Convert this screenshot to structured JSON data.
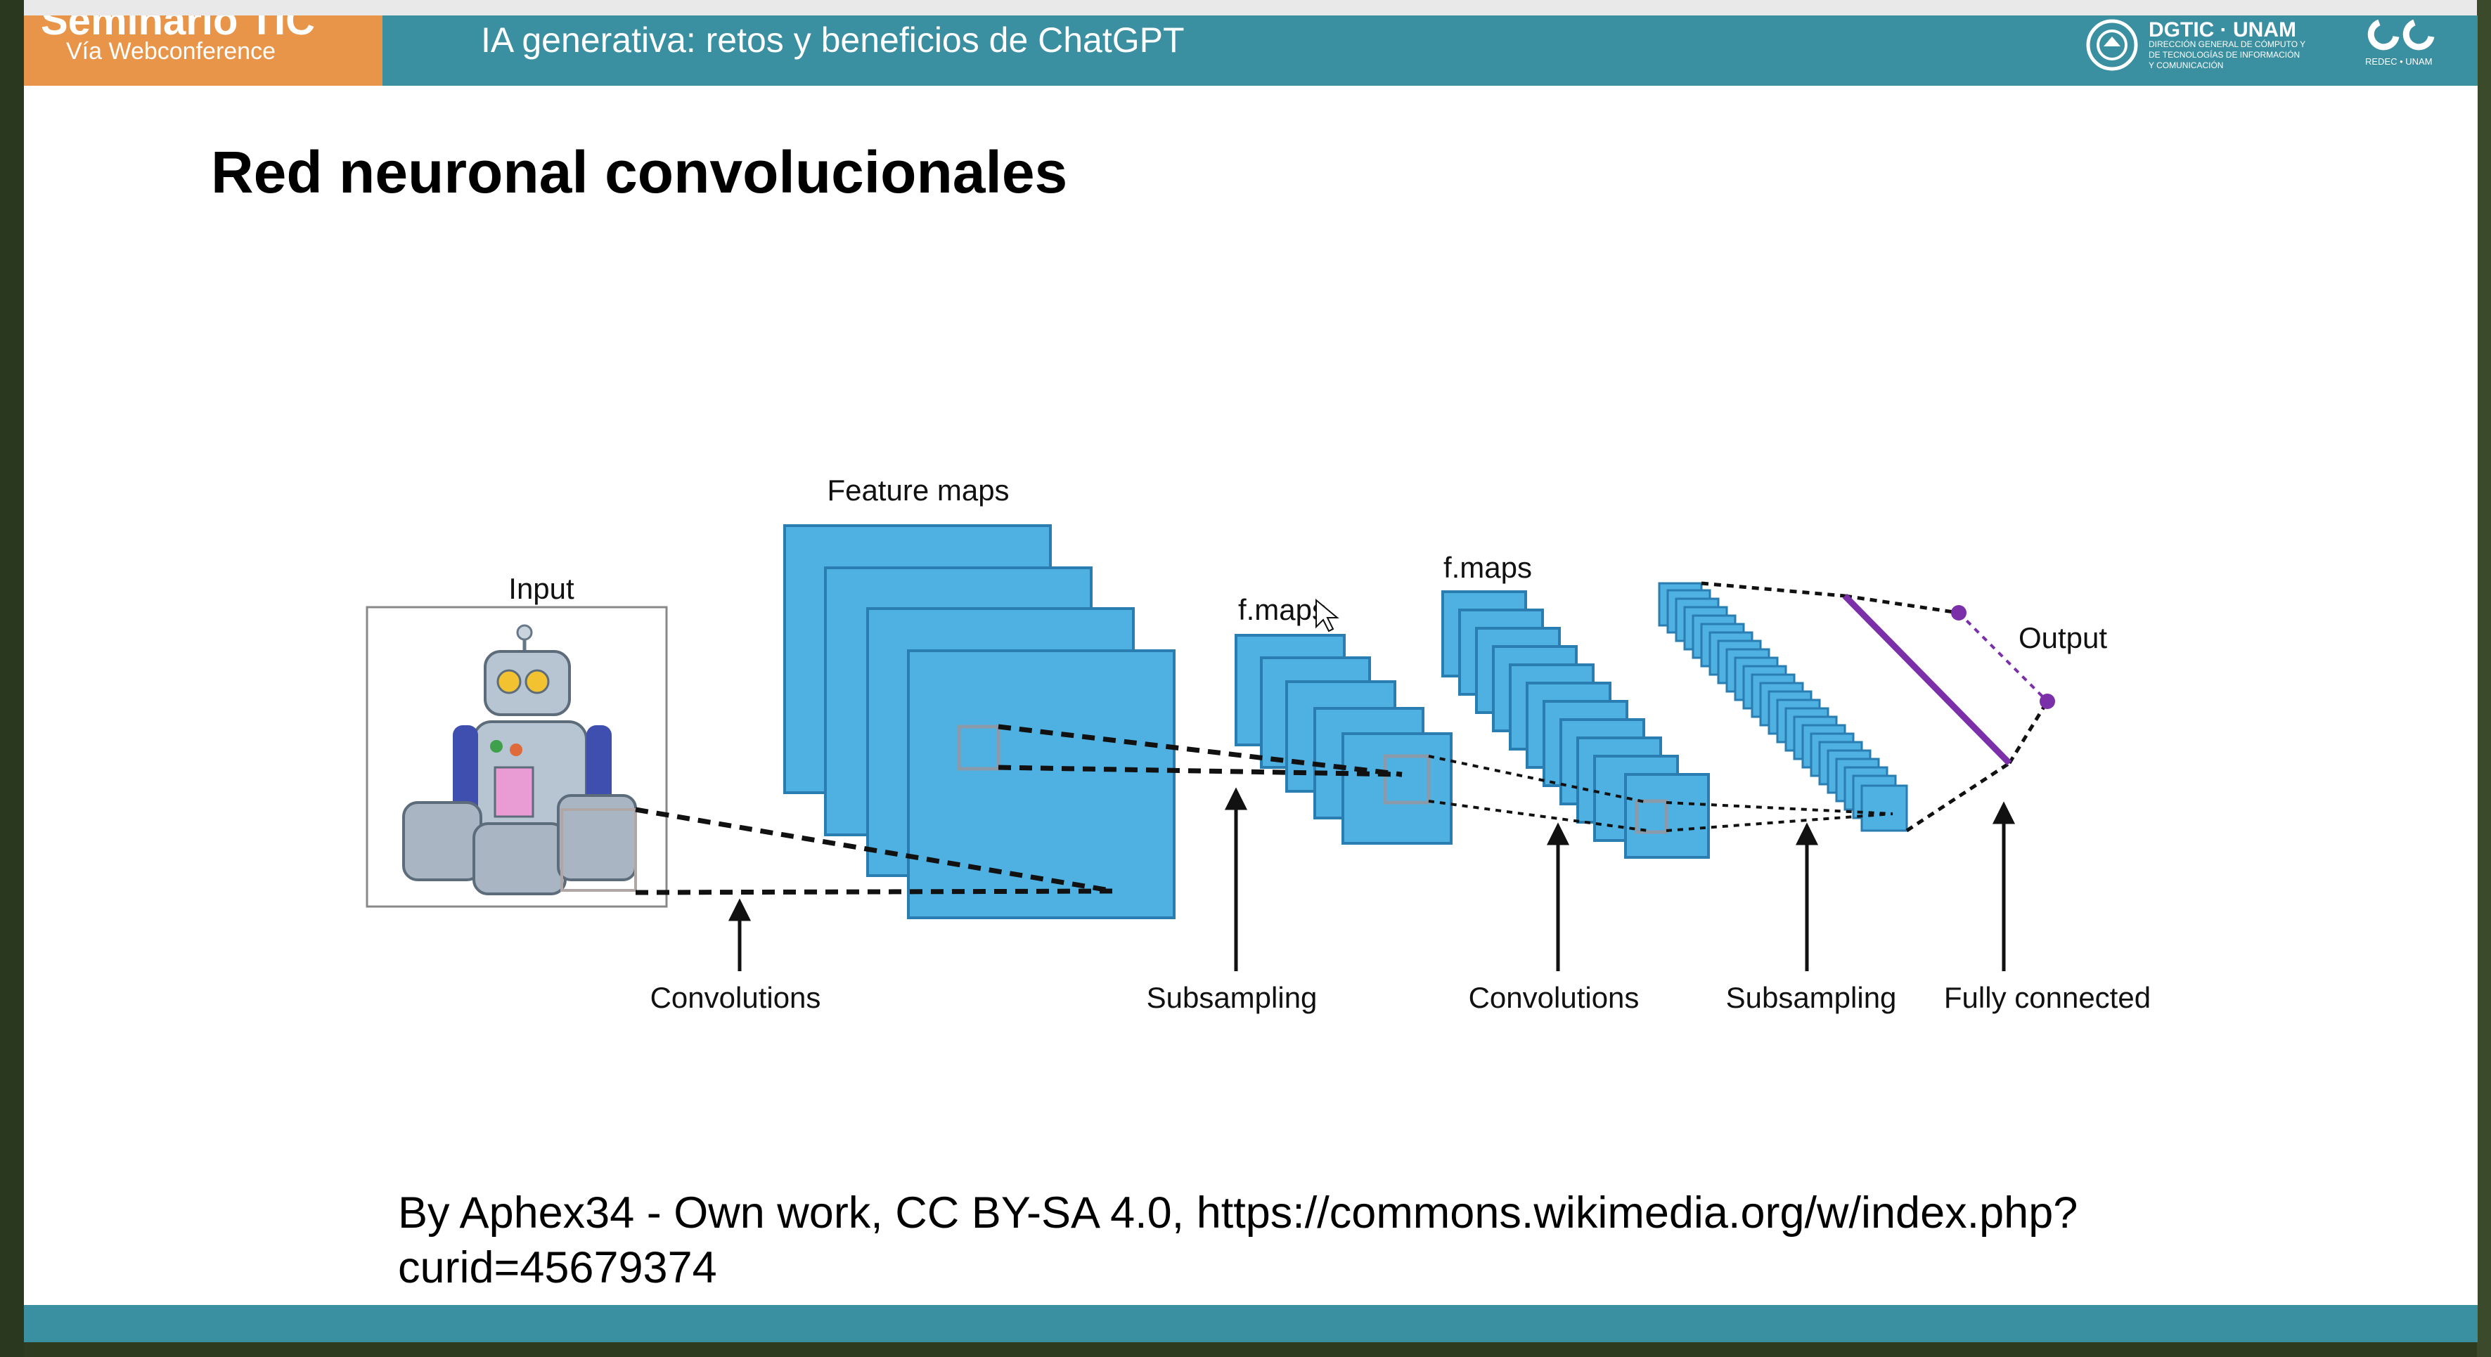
{
  "header": {
    "seminar_title": "Seminario TIC",
    "seminar_subtitle": "Vía Webconference",
    "talk_title": "IA generativa: retos y beneficios de ChatGPT",
    "logo_text": {
      "name": "DGTIC · UNAM",
      "line1": "DIRECCIÓN GENERAL DE CÓMPUTO Y",
      "line2": "DE TECNOLOGÍAS DE INFORMACIÓN",
      "line3": "Y COMUNICACIÓN"
    },
    "cc_caption": "REDEC • UNAM"
  },
  "slide": {
    "title": "Red neuronal convolucionales"
  },
  "diagram": {
    "labels": {
      "input": "Input",
      "feature_maps": "Feature maps",
      "fmaps_1": "f.maps",
      "fmaps_2": "f.maps",
      "output": "Output"
    },
    "stages": [
      "Convolutions",
      "Subsampling",
      "Convolutions",
      "Subsampling",
      "Fully connected"
    ]
  },
  "caption": {
    "line1": "By Aphex34 - Own work, CC BY-SA 4.0, https://commons.wikimedia.org/w/index.php?",
    "line2": "curid=45679374"
  },
  "colors": {
    "header_bar": "#3a8fa1",
    "orange": "#e8954a",
    "map_fill": "#4fb0e2",
    "map_stroke": "#2a7db0",
    "output_purple": "#7b2fa8"
  }
}
